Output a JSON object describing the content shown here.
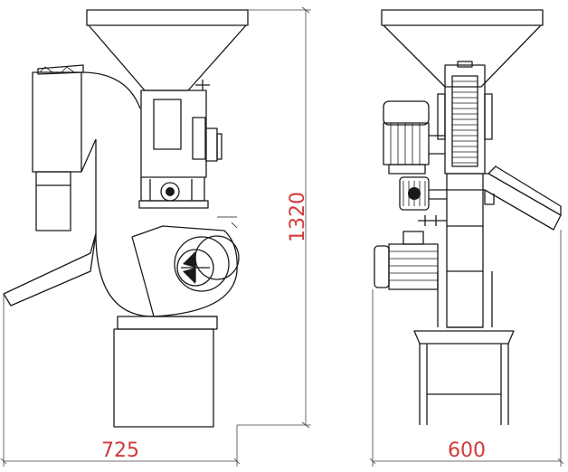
{
  "dimensions": {
    "front_width": "725",
    "height": "1320",
    "side_width": "600"
  },
  "colors": {
    "line": "#1a1a1a",
    "dimension_text": "#d23a3a",
    "background": "#ffffff"
  }
}
